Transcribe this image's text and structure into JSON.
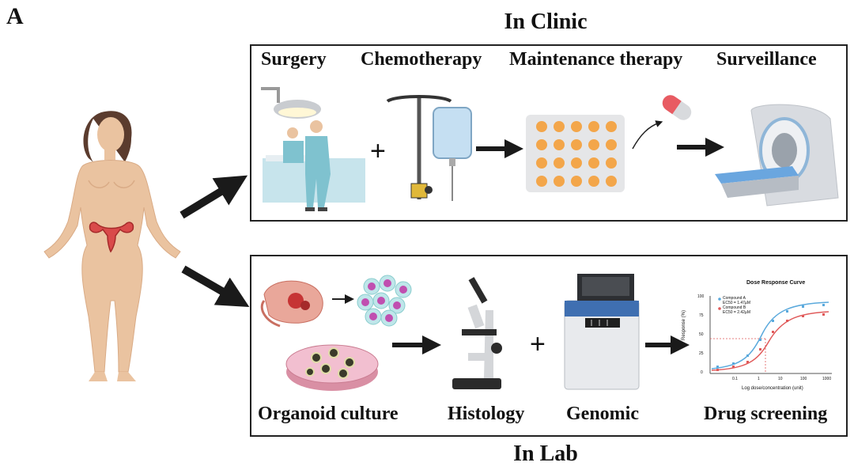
{
  "figure": {
    "panel_letter": "A",
    "clinic": {
      "title": "In Clinic",
      "steps": [
        "Surgery",
        "Chemotherapy",
        "Maintenance therapy",
        "Surveillance"
      ],
      "plus": "+"
    },
    "lab": {
      "title": "In Lab",
      "steps": [
        "Organoid culture",
        "Histology",
        "Genomic",
        "Drug screening"
      ],
      "plus": "+"
    },
    "mini_chart": {
      "title": "Dose Response Curve",
      "ylabel": "Response (%)",
      "xlabel": "Log dose/concentration (unit)",
      "yticks": [
        "0",
        "25",
        "50",
        "75",
        "100"
      ],
      "xticks": [
        "0.1",
        "1",
        "10",
        "100",
        "1000"
      ],
      "legend": [
        "Compound A",
        "EC50 = 1.47µM",
        "Compound B",
        "EC50 = 2.42µM"
      ],
      "colors": {
        "compound_a": "#5aa9dc",
        "compound_b": "#e05a5a"
      }
    }
  }
}
